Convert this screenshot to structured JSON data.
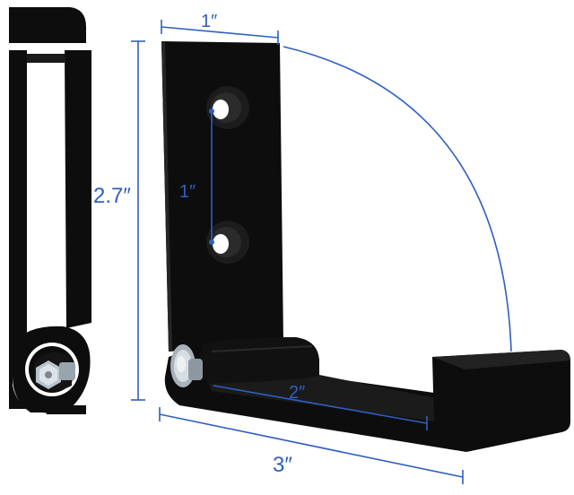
{
  "dimensions": {
    "width_label": "1″",
    "height_label": "2.7″",
    "hole_spacing_label": "1″",
    "arm_label": "2″",
    "depth_label": "3″"
  },
  "colors": {
    "dimension_line": "#2f5fbf",
    "metal": "#0d0d0d",
    "metal_edge": "#2a2a2a",
    "bolt": "#b9c3cc",
    "background": "#ffffff"
  }
}
